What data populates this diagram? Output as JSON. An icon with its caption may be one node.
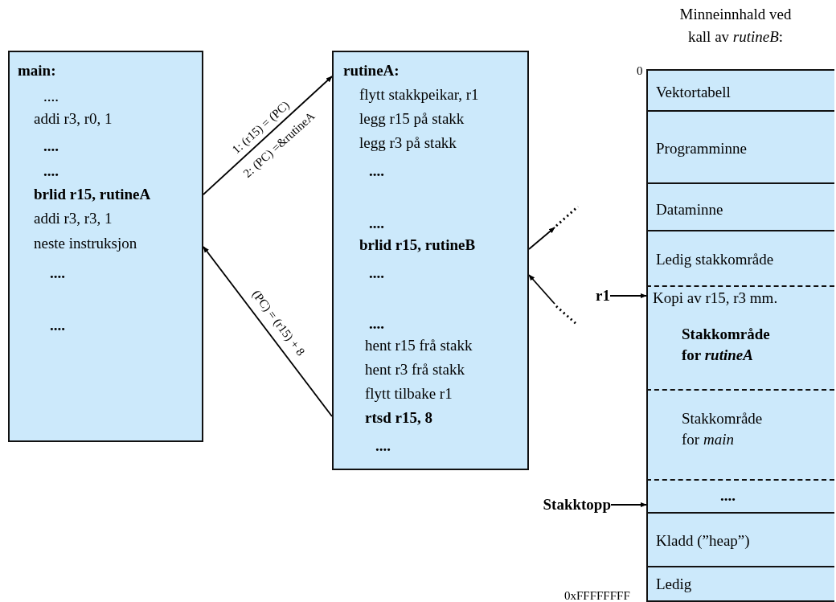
{
  "diagram": {
    "nodes": [
      {
        "text": [
          "**main:**",
          "....",
          "addi  r3, r0, 1",
          "**....**",
          "**....**",
          "**brlid r15, rutineA**",
          "addi  r3, r3, 1",
          "neste instruksjon",
          "**....**",
          "**....**"
        ]
      },
      {
        "text": [
          "**rutineA:**",
          "flytt stakkpeikar, r1",
          "legg r15 på stakk",
          "legg r3   på stakk",
          "**....**",
          "**....**",
          "**brlid r15, rutineB**",
          "**....**",
          "**....**",
          "hent r15  frå stakk",
          "hent r3   frå stakk",
          "flytt tilbake r1",
          "**rtsd r15, 8**",
          "**....**"
        ]
      },
      {
        "text": [
          "Minneinnhald ved kall av *rutineB*:"
        ]
      },
      {
        "text": [
          "Vektortabell"
        ],
        "in": 2
      },
      {
        "text": [
          "Programminne"
        ],
        "in": 2
      },
      {
        "text": [
          "Dataminne"
        ],
        "in": 2
      },
      {
        "text": [
          "Ledig stakkområde"
        ],
        "in": 2
      },
      {
        "text": [
          "Kopi av r15, r3 mm.",
          "Stakkområde for  *rutineA*"
        ],
        "in": 2
      },
      {
        "text": [
          "Stakkområde for  *main*"
        ],
        "in": 2
      },
      {
        "text": [
          "**....**"
        ],
        "in": 2
      },
      {
        "text": [
          "Kladd (”heap”)"
        ],
        "in": 2
      },
      {
        "text": [
          "Ledig"
        ],
        "in": 2
      },
      {
        "text": [
          "**r1**"
        ]
      },
      {
        "text": [
          "**Stakktopp**"
        ]
      }
    ],
    "edges": [
      {
        "from": 0,
        "to": 1,
        "arrow": "to",
        "label": "1: (r15) = (PC)"
      },
      {
        "from": 1,
        "to": 0,
        "arrow": "to",
        "label": "(PC) = (r15) + 8"
      },
      {
        "from": 1,
        "to": null,
        "arrow": "to"
      },
      {
        "from": null,
        "to": 1,
        "arrow": "to"
      },
      {
        "from": 12,
        "to": 7,
        "arrow": "to"
      },
      {
        "from": 13,
        "to": 9,
        "arrow": "to"
      }
    ],
    "labels": [
      "2: (PC) =&rutineA",
      "0",
      "0xFFFFFFFF"
    ]
  }
}
